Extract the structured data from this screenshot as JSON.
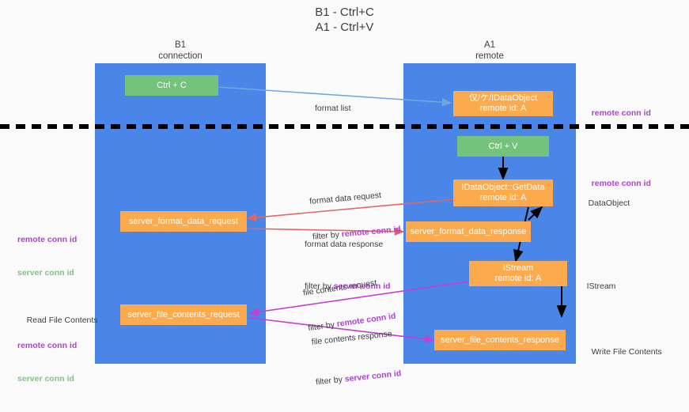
{
  "title": "B1 - Ctrl+C\nA1 - Ctrl+V",
  "columns": {
    "left": {
      "name": "B1\nconnection"
    },
    "right": {
      "name": "A1\nremote"
    }
  },
  "colors": {
    "lane": "#4a86e8",
    "green_box": "#74c37d",
    "orange_box": "#fbab4e",
    "remote_conn_id": "#b041d6",
    "server_conn_id": "#7fc47f",
    "arrow_light_blue": "#6fa8dc",
    "arrow_red": "#e06666",
    "arrow_magenta": "#c23fd0",
    "arrow_black": "#000000",
    "background": "#fafafa"
  },
  "boxes": {
    "ctrl_c": {
      "label": "Ctrl + C"
    },
    "ctrl_v": {
      "label": "Ctrl + V"
    },
    "idataobject_top": {
      "line1": "仅/ケ/IDataObject",
      "line2": "remote id: A"
    },
    "idataobject_getdata": {
      "line1": "IDataObject::GetData",
      "line2": "remote id: A"
    },
    "istream": {
      "line1": "IStream",
      "line2": "remote id: A"
    },
    "server_format_data_request": {
      "label": "server_format_data_request"
    },
    "server_format_data_response": {
      "label": "server_format_data_response"
    },
    "server_file_contents_request": {
      "label": "server_file_contents_request"
    },
    "server_file_contents_response": {
      "label": "server_file_contents_response"
    }
  },
  "flows": {
    "format_list": {
      "line1": "format list"
    },
    "format_data_request": {
      "line1": "format data request",
      "prefix": "filter by ",
      "accent": "remote conn id"
    },
    "format_data_response": {
      "line1": "format data response",
      "prefix": "filter by ",
      "accent": "server conn id"
    },
    "file_contents_request": {
      "line1": "file contents request",
      "prefix": "filter by ",
      "accent": "remote conn id"
    },
    "file_contents_response": {
      "line1": "file contents response",
      "prefix": "filter by ",
      "accent": "server conn id"
    }
  },
  "annotations": {
    "right_top_remote": "remote conn id",
    "right_mid_remote": "remote conn id",
    "right_dataobject": "DataObject",
    "right_istream": "IStream",
    "right_write_file": "Write File Contents",
    "left_mid_remote": "remote conn id",
    "left_mid_server": "server conn id",
    "left_read_file": "Read File Contents",
    "left_bottom_remote": "remote conn id",
    "left_bottom_server": "server conn id"
  }
}
